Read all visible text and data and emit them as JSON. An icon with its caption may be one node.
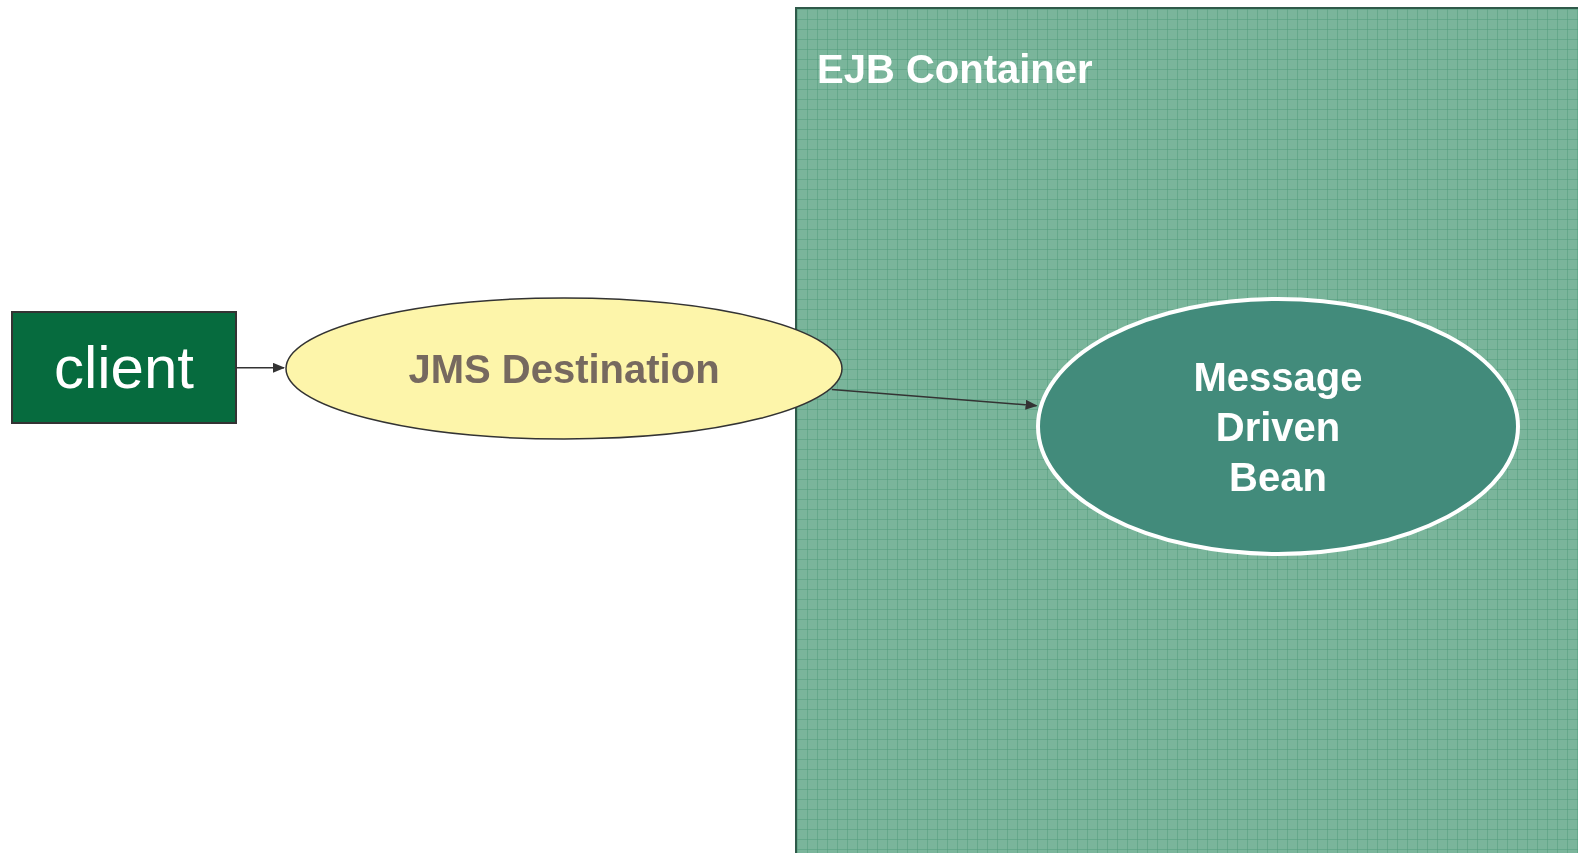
{
  "diagram": {
    "nodes": [
      {
        "text": [
          "client"
        ]
      },
      {
        "text": [
          "JMS Destination"
        ]
      },
      {
        "text": [
          "EJB Container"
        ]
      },
      {
        "text": [
          "Message Driven Bean"
        ],
        "in": 2
      }
    ],
    "edges": [
      {
        "from": 0,
        "to": 1,
        "arrow": "to"
      },
      {
        "from": 1,
        "to": 3,
        "arrow": "to"
      }
    ]
  }
}
